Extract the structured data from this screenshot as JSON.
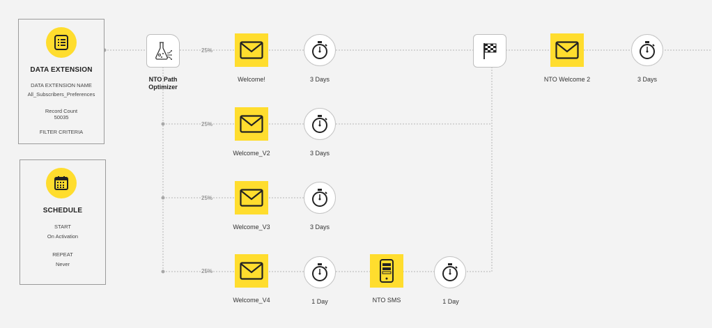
{
  "entry": {
    "data_extension": {
      "title": "DATA EXTENSION",
      "name_label": "DATA EXTENSION NAME",
      "name_value": "All_Subscribers_Preferences",
      "count_label": "Record Count",
      "count_value": "50035",
      "filter_label": "FILTER CRITERIA"
    },
    "schedule": {
      "title": "SCHEDULE",
      "start_label": "START",
      "start_value": "On Activation",
      "repeat_label": "REPEAT",
      "repeat_value": "Never"
    }
  },
  "splitter": {
    "line1": "NTO Path",
    "line2": "Optimizer"
  },
  "paths": [
    {
      "percent": "25%",
      "email": "Welcome!",
      "wait": "3 Days"
    },
    {
      "percent": "25%",
      "email": "Welcome_V2",
      "wait": "3 Days"
    },
    {
      "percent": "25%",
      "email": "Welcome_V3",
      "wait": "3 Days"
    },
    {
      "percent": "25%",
      "email": "Welcome_V4",
      "wait": "1 Day",
      "sms": "NTO SMS",
      "wait2": "1 Day"
    }
  ],
  "after_join": {
    "email": "NTO Welcome 2",
    "wait": "3 Days"
  },
  "icons": {
    "card_data": "list-icon",
    "card_schedule": "calendar-icon",
    "optimizer": "flask-icon",
    "email": "envelope-icon",
    "wait": "stopwatch-icon",
    "sms": "phone-icon",
    "join": "checkered-flag-icon"
  },
  "colors": {
    "accent": "#ffdd2e",
    "background": "#f3f3f3",
    "connector": "#b5b5b5"
  }
}
